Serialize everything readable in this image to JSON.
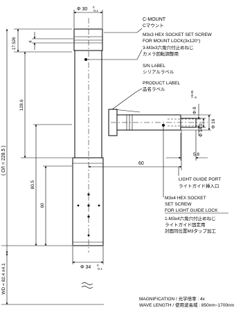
{
  "dimensions": {
    "top_diameter": "Φ 30",
    "top_tol_upper": "0",
    "top_tol_lower": "-0.1",
    "mount_height": "17.526",
    "groove": "4",
    "overall_length": "( O/I = 228.5 )",
    "upper_length": "128.6",
    "lower_length": "80.5",
    "port_position": "60",
    "port_offset": "60",
    "port_bore": "Φ 8",
    "port_bore_tol_upper": "+0.05",
    "port_bore_tol_lower": "0",
    "port_inner": "Φ 14.2",
    "port_outer": "Φ 16",
    "port_flange": "5.8",
    "bottom_diameter": "Φ 34",
    "bottom_tol_upper": "0",
    "bottom_tol_lower": "-0.1",
    "working_distance": "WD = 82.4 ±4.1"
  },
  "callouts": {
    "c_mount_en": "C-MOUNT",
    "c_mount_jp": "Cマウント",
    "set_screw_en_1": "M3x3 HEX SOCKET SET SCREW",
    "set_screw_en_2": "FOR MOUNT LOCK(3x120°)",
    "set_screw_jp_1": "3-M3x3六角穴付止めねじ",
    "set_screw_jp_2": "カメラ回転調整用",
    "sn_label_en": "S/N LABEL",
    "sn_label_jp": "シリアルラベル",
    "product_label_en": "PRODUCT LABEL",
    "product_label_jp": "品名ラベル",
    "light_port_en": "LIGHT GUIDE PORT",
    "light_port_jp": "ライトガイド挿入口",
    "lg_screw_en_1": "M3x4 HEX SOCKET",
    "lg_screw_en_2": "SET SCREW",
    "lg_screw_en_3": "FOR LIGHT GUIDE LOCK",
    "lg_screw_jp_1": "1-M3x4六角穴付止めねじ",
    "lg_screw_jp_2": "ライトガイド固定用",
    "lg_screw_jp_3": "対面同位置M3タップ加工"
  },
  "specs": {
    "magnification": "MAGNIFICATION / 光学倍率 : 4x",
    "wavelength": "WAVE LENGTH / 使用波長域 : 850nm~1700nm"
  }
}
